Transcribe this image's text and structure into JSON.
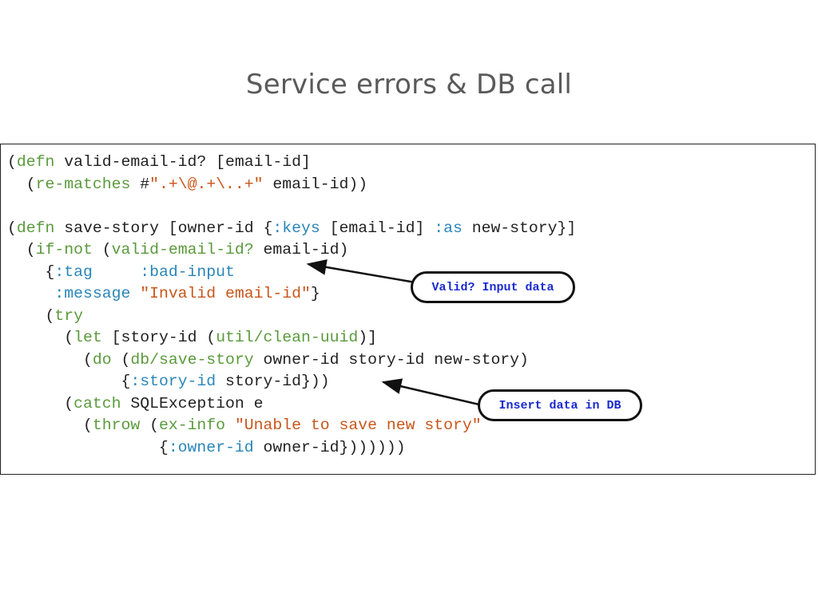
{
  "slide": {
    "title": "Service errors &  DB call"
  },
  "code": {
    "lines": [
      [
        [
          "p",
          "("
        ],
        [
          "kw",
          "defn"
        ],
        [
          "p",
          " valid-email-id? [email-id]"
        ]
      ],
      [
        [
          "p",
          "  ("
        ],
        [
          "kw",
          "re-matches"
        ],
        [
          "p",
          " #"
        ],
        [
          "str",
          "\".+\\@.+\\..+\""
        ],
        [
          "p",
          " email-id))"
        ]
      ],
      [],
      [
        [
          "p",
          "("
        ],
        [
          "kw",
          "defn"
        ],
        [
          "p",
          " save-story [owner-id {"
        ],
        [
          "kwd",
          ":keys"
        ],
        [
          "p",
          " [email-id] "
        ],
        [
          "kwd",
          ":as"
        ],
        [
          "p",
          " new-story}]"
        ]
      ],
      [
        [
          "p",
          "  ("
        ],
        [
          "kw",
          "if-not"
        ],
        [
          "p",
          " ("
        ],
        [
          "kw",
          "valid-email-id?"
        ],
        [
          "p",
          " email-id)"
        ]
      ],
      [
        [
          "p",
          "    {"
        ],
        [
          "kwd",
          ":tag"
        ],
        [
          "p",
          "     "
        ],
        [
          "kwd",
          ":bad-input"
        ]
      ],
      [
        [
          "p",
          "     "
        ],
        [
          "kwd",
          ":message"
        ],
        [
          "p",
          " "
        ],
        [
          "str",
          "\"Invalid email-id\""
        ],
        [
          "p",
          "}"
        ]
      ],
      [
        [
          "p",
          "    ("
        ],
        [
          "kw",
          "try"
        ]
      ],
      [
        [
          "p",
          "      ("
        ],
        [
          "kw",
          "let"
        ],
        [
          "p",
          " [story-id ("
        ],
        [
          "kw",
          "util/clean-uuid"
        ],
        [
          "p",
          ")]"
        ]
      ],
      [
        [
          "p",
          "        ("
        ],
        [
          "kw",
          "do"
        ],
        [
          "p",
          " ("
        ],
        [
          "kw",
          "db/save-story"
        ],
        [
          "p",
          " owner-id story-id new-story)"
        ]
      ],
      [
        [
          "p",
          "            {"
        ],
        [
          "kwd",
          ":story-id"
        ],
        [
          "p",
          " story-id}))"
        ]
      ],
      [
        [
          "p",
          "      ("
        ],
        [
          "kw",
          "catch"
        ],
        [
          "p",
          " SQLException e"
        ]
      ],
      [
        [
          "p",
          "        ("
        ],
        [
          "kw",
          "throw"
        ],
        [
          "p",
          " ("
        ],
        [
          "kw",
          "ex-info"
        ],
        [
          "p",
          " "
        ],
        [
          "str",
          "\"Unable to save new story\""
        ]
      ],
      [
        [
          "p",
          "                {"
        ],
        [
          "kwd",
          ":owner-id"
        ],
        [
          "p",
          " owner-id}))))))"
        ]
      ]
    ]
  },
  "callouts": {
    "validate": "Valid? Input data",
    "insert": "Insert data in DB"
  },
  "colors": {
    "function": "#5a9a3c",
    "keyword": "#2a86b8",
    "string": "#c9561a",
    "callout_text": "#1a2bd0",
    "title": "#5a5a5a"
  }
}
